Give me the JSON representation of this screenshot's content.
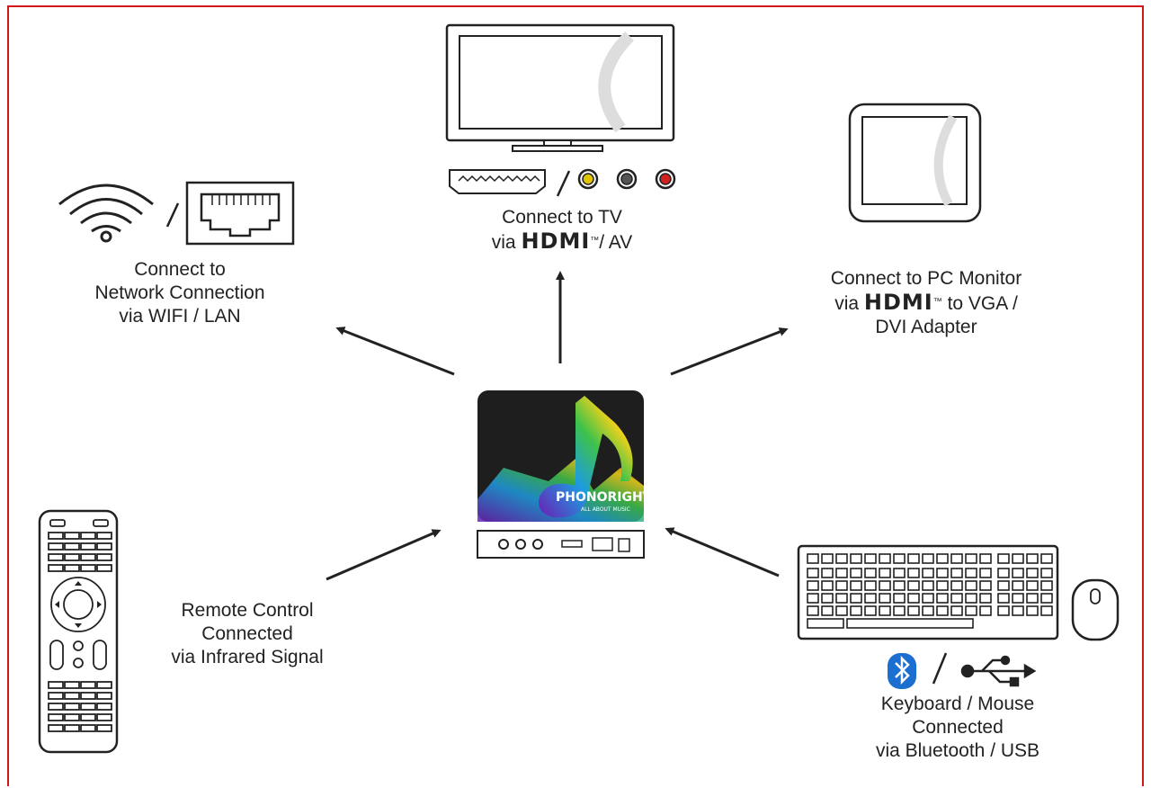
{
  "tv": {
    "line1": "Connect to TV",
    "line2_prefix": "via",
    "hdmi": "HDMI",
    "line2_suffix": "/ AV"
  },
  "network": {
    "line1": "Connect to",
    "line2": "Network Connection",
    "line3": "via  WIFI / LAN"
  },
  "monitor": {
    "line1": "Connect to PC Monitor",
    "line2_prefix": "via",
    "hdmi": "HDMI",
    "line2_suffix": "to VGA /",
    "line3": "DVI Adapter"
  },
  "remote": {
    "line1": "Remote Control",
    "line2": "Connected",
    "line3": "via  Infrared Signal"
  },
  "keyboard": {
    "line1": "Keyboard / Mouse",
    "line2": "Connected",
    "line3": "via Bluetooth / USB"
  },
  "device": {
    "brand": "PHONORIGHTS",
    "tagline": "ALL ABOUT MUSIC"
  },
  "colors": {
    "frame": "#d01818",
    "bluetooth": "#1b6fd0",
    "av_yellow": "#e0c400",
    "av_red": "#d02020"
  }
}
